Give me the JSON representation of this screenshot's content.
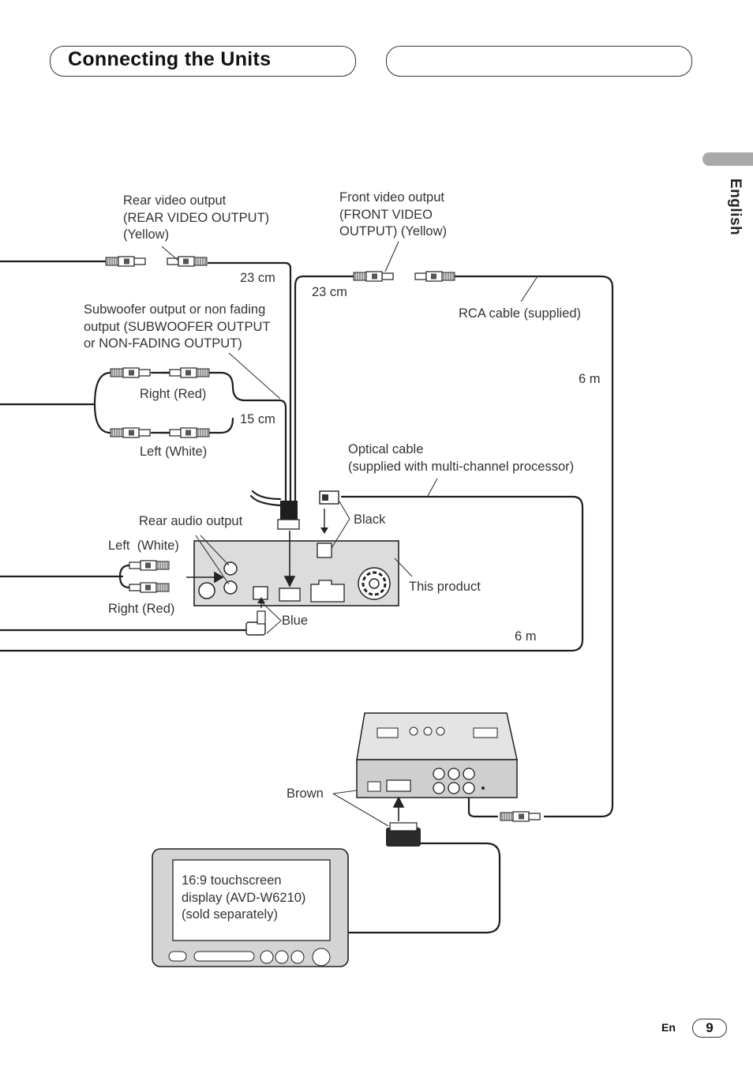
{
  "header": {
    "title": "Connecting the Units"
  },
  "side_tab": {
    "language": "English"
  },
  "labels": {
    "rear_video": "Rear video output\n(REAR VIDEO OUTPUT)\n(Yellow)",
    "front_video": "Front video output\n(FRONT VIDEO\nOUTPUT) (Yellow)",
    "len_23cm_left": "23 cm",
    "len_23cm_right": "23 cm",
    "rca_cable": "RCA cable (supplied)",
    "subwoofer": "Subwoofer output or non fading\noutput (SUBWOOFER OUTPUT\nor NON-FADING OUTPUT)",
    "right_red_top": "Right (Red)",
    "len_15cm": "15 cm",
    "left_white_top": "Left (White)",
    "len_6m_top": "6 m",
    "optical": "Optical cable\n(supplied with multi-channel processor)",
    "rear_audio": "Rear audio output",
    "black": "Black",
    "left_white_audio": "Left  (White)",
    "this_product": "This product",
    "right_red_audio": "Right (Red)",
    "blue": "Blue",
    "len_6m_bottom": "6 m",
    "brown": "Brown",
    "display": "16:9 touchscreen\ndisplay (AVD-W6210)\n(sold separately)"
  },
  "footer": {
    "lang_code": "En",
    "page": "9"
  },
  "icons": [
    "rca-plug-icon",
    "optical-plug-icon",
    "fan-grille-icon",
    "touchscreen-display-icon",
    "multi-channel-processor-icon"
  ]
}
